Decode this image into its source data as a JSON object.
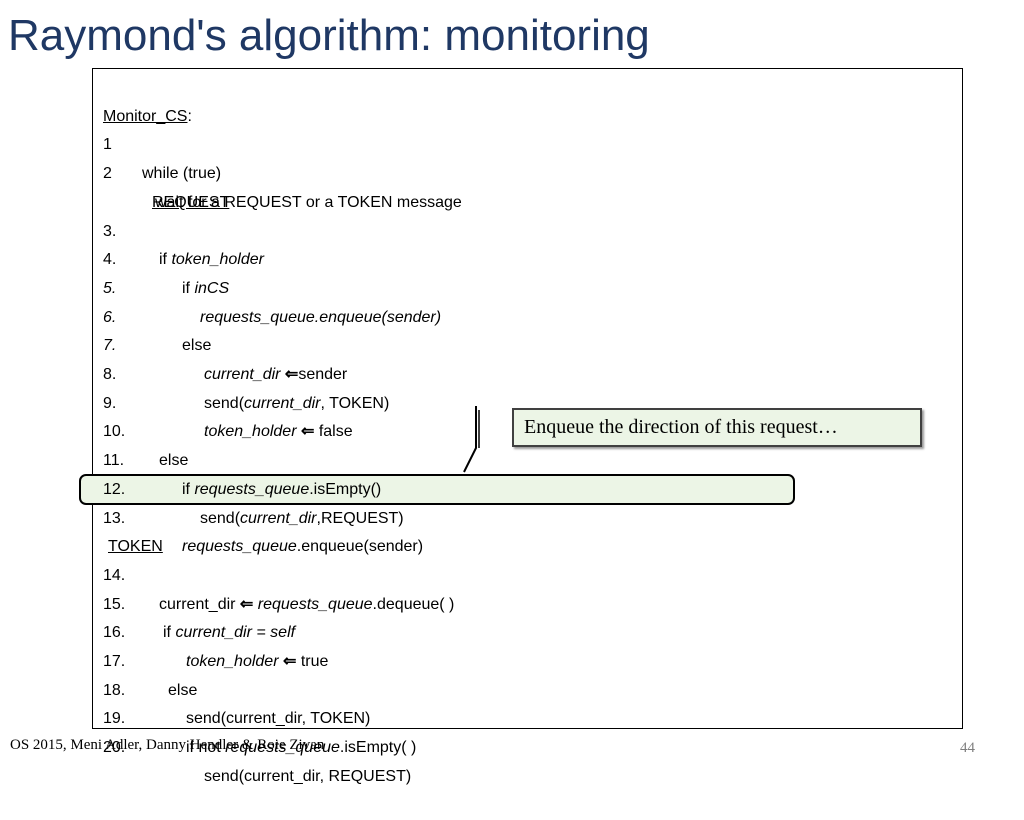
{
  "slide": {
    "title": "Raymond's algorithm: monitoring",
    "footer": "OS 2015, Meni Adler, Danny Hendler & Roie Zivan",
    "page_number": "44",
    "callout_text": "Enqueue the direction of this request…",
    "title_color": "#1f3864",
    "highlight_color": "#ecf5e6"
  },
  "code": {
    "heading": "Monitor_CS",
    "heading_suffix": ":",
    "request_label": "REQUEST",
    "token_label": "TOKEN",
    "arrow_glyph": "⇐",
    "l1": {
      "num": "1",
      "t": "while (true)"
    },
    "l2": {
      "num": "2",
      "t": "wait for a REQUEST or a TOKEN message"
    },
    "l3": {
      "num": "3.",
      "a": "if ",
      "b": "token_holder"
    },
    "l4": {
      "num": "4.",
      "a": "if ",
      "b": "inCS"
    },
    "l5": {
      "num": "5.",
      "b": "requests_queue.enqueue(sender)"
    },
    "l6": {
      "num": "6.",
      "t": "else"
    },
    "l7": {
      "num": "7.",
      "b": "current_dir ",
      "c": "sender"
    },
    "l8": {
      "num": "8.",
      "a": "send(",
      "b": "current_dir",
      "c": ", TOKEN)"
    },
    "l9": {
      "num": "9.",
      "b": "token_holder ",
      "c": " false"
    },
    "l10": {
      "num": "10.",
      "t": "else"
    },
    "l11": {
      "num": "11.",
      "a": "if ",
      "b": "requests_queue",
      "c": ".isEmpty()"
    },
    "l12": {
      "num": "12.",
      "a": "send(",
      "b": "current_dir",
      "c": ",REQUEST)"
    },
    "l13": {
      "num": "13.",
      "b": "requests_queue",
      "c": ".enqueue(sender)"
    },
    "l14": {
      "num": "14.",
      "a": "current_dir ",
      "b": "requests_queue",
      "c": ".dequeue( )"
    },
    "l15": {
      "num": "15.",
      "a": "if ",
      "b": "current_dir = self"
    },
    "l16": {
      "num": "16.",
      "b": "token_holder ",
      "c": " true"
    },
    "l17": {
      "num": "17.",
      "t": "else"
    },
    "l18": {
      "num": "18.",
      "t": "send(current_dir, TOKEN)"
    },
    "l19": {
      "num": "19.",
      "a": "if not ",
      "b": "requests_queue",
      "c": ".isEmpty( )"
    },
    "l20": {
      "num": "20.",
      "t": "send(current_dir, REQUEST)"
    }
  }
}
